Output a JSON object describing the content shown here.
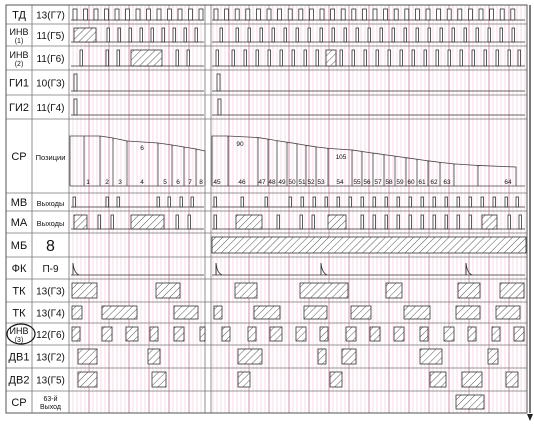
{
  "rows": [
    {
      "key": "td",
      "name": "ТД",
      "code": "13(Г7)"
    },
    {
      "key": "inv1",
      "name": "ИНВ",
      "sub": "(1)",
      "code": "11(Г5)"
    },
    {
      "key": "inv2",
      "name": "ИНВ",
      "sub": "(2)",
      "code": "11(Г6)"
    },
    {
      "key": "gi1",
      "name": "ГИ1",
      "code": "10(Г3)"
    },
    {
      "key": "gi2",
      "name": "ГИ2",
      "code": "11(Г4)"
    },
    {
      "key": "sr",
      "name": "СР",
      "code": "Позиции"
    },
    {
      "key": "mv",
      "name": "МВ",
      "code": "Выходы"
    },
    {
      "key": "ma",
      "name": "МА",
      "code": "Выходы"
    },
    {
      "key": "mb",
      "name": "МБ",
      "code": "8"
    },
    {
      "key": "fk",
      "name": "ФК",
      "code": "П-9"
    },
    {
      "key": "tk1",
      "name": "ТК",
      "code": "13(Г3)"
    },
    {
      "key": "tk2",
      "name": "ТК",
      "code": "13(Г4)"
    },
    {
      "key": "inv3",
      "name": "ИНВ",
      "sub": "(3)",
      "code": "12(Г6)"
    },
    {
      "key": "dv1",
      "name": "ДВ1",
      "code": "13(Г2)"
    },
    {
      "key": "dv2",
      "name": "ДВ2",
      "code": "13(Г5)"
    },
    {
      "key": "sr2",
      "name": "СР",
      "code": "63-й",
      "code2": "Выход"
    }
  ],
  "positions_left": [
    "1",
    "2",
    "3",
    "4",
    "5",
    "6",
    "7",
    "8"
  ],
  "positions_right": [
    "45",
    "46",
    "47",
    "48",
    "49",
    "50",
    "51",
    "52",
    "53",
    "54",
    "55",
    "56",
    "57",
    "58",
    "59",
    "60",
    "61",
    "62",
    "63",
    "64"
  ],
  "staircase_labels": [
    "6",
    "90",
    "105"
  ],
  "colors": {
    "grid": "#e4a0c0",
    "grid_major": "#c8608e",
    "line": "#333333",
    "hatch": "#555555"
  }
}
